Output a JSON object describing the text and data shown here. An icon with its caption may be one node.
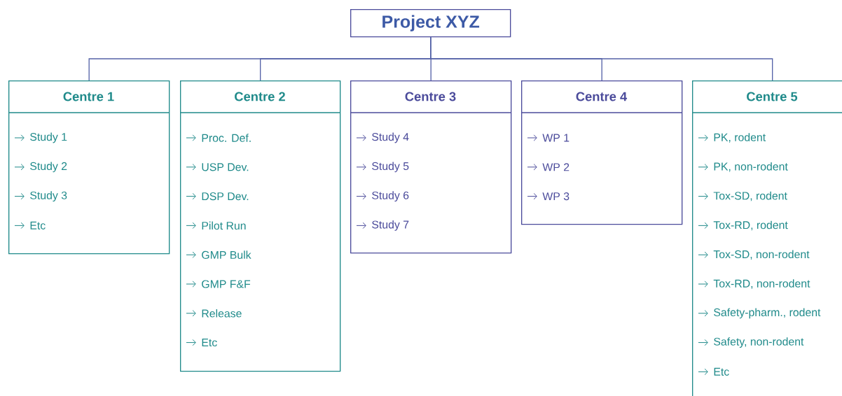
{
  "diagram": {
    "nodes": [
      {
        "text": [
          "Project XYZ"
        ]
      },
      {
        "text": [
          "Centre 1",
          "Study 1",
          "Study 2",
          "Study 3",
          "Etc"
        ]
      },
      {
        "text": [
          "Centre 2",
          "Proc. Def.",
          "USP Dev.",
          "DSP Dev.",
          "Pilot Run",
          "GMP Bulk",
          "GMP F&F",
          "Release",
          "Etc"
        ]
      },
      {
        "text": [
          "Centre 3",
          "Study 4",
          "Study 5",
          "Study 6",
          "Study 7"
        ]
      },
      {
        "text": [
          "Centre 4",
          "WP 1",
          "WP 2",
          "WP 3"
        ]
      },
      {
        "text": [
          "Centre 5",
          "PK, rodent",
          "PK, non-rodent",
          "Tox-SD, rodent",
          "Tox-RD, rodent",
          "Tox-SD, non-rodent",
          "Tox-RD, non-rodent",
          "Safety-pharm., rodent",
          "Safety, non-rodent",
          "Etc"
        ]
      }
    ],
    "edges": [
      {
        "from": 0,
        "to": 1,
        "arrow": "none"
      },
      {
        "from": 0,
        "to": 2,
        "arrow": "none"
      },
      {
        "from": 0,
        "to": 3,
        "arrow": "none"
      },
      {
        "from": 0,
        "to": 4,
        "arrow": "none"
      },
      {
        "from": 0,
        "to": 5,
        "arrow": "none"
      }
    ]
  }
}
